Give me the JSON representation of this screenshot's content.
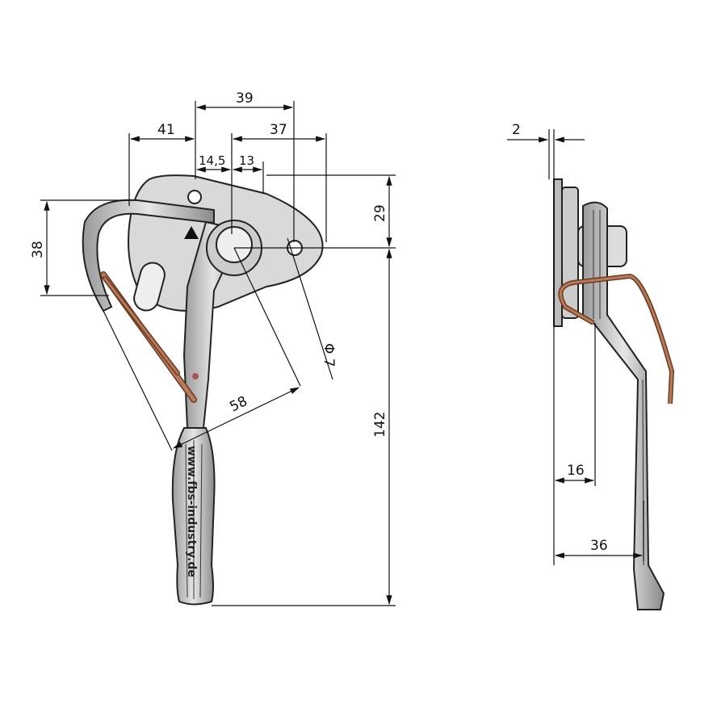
{
  "drawing": {
    "front_view": {
      "dimensions": {
        "d39": "39",
        "d41": "41",
        "d37": "37",
        "d14_5": "14,5",
        "d13": "13",
        "d29": "29",
        "d38": "38",
        "d142": "142",
        "d58": "58",
        "phi7": "Φ 7"
      },
      "handle_text": "www.fbs-industry.de"
    },
    "side_view": {
      "dimensions": {
        "d2": "2",
        "d16": "16",
        "d36": "36"
      }
    },
    "colors": {
      "metal": "#c8c8c8",
      "spring": "#b87b5a",
      "line": "#111111"
    }
  }
}
